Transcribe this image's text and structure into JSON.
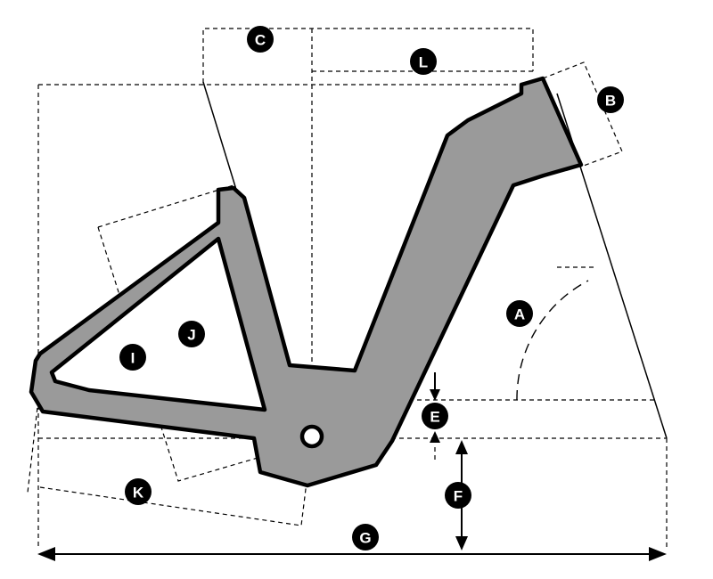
{
  "labels": {
    "a": "A",
    "b": "B",
    "c": "C",
    "e": "E",
    "f": "F",
    "g": "G",
    "i": "I",
    "j": "J",
    "k": "K",
    "l": "L"
  }
}
